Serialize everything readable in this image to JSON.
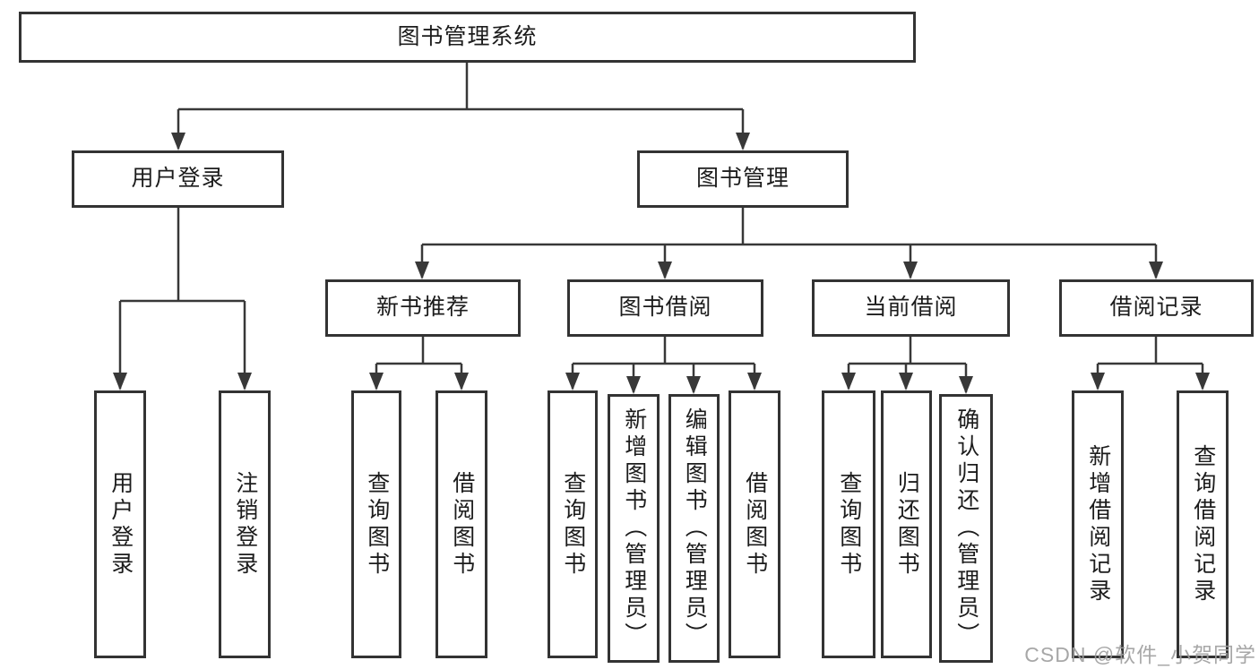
{
  "diagram": {
    "root": "图书管理系统",
    "level2": {
      "user_login": "用户登录",
      "book_management": "图书管理"
    },
    "level3": {
      "new_book_recommend": "新书推荐",
      "book_borrowing": "图书借阅",
      "current_borrowing": "当前借阅",
      "borrowing_records": "借阅记录"
    },
    "leaves": {
      "user_login_leaf": "用户登录",
      "logout": "注销登录",
      "query_books_1": "查询图书",
      "borrow_books_1": "借阅图书",
      "query_books_2": "查询图书",
      "add_books_admin": "新增图书（管理员）",
      "edit_books_admin": "编辑图书（管理员）",
      "borrow_books_2": "借阅图书",
      "query_books_3": "查询图书",
      "return_books": "归还图书",
      "confirm_return_admin": "确认归还（管理员）",
      "add_borrow_record": "新增借阅记录",
      "query_borrow_record": "查询借阅记录"
    },
    "watermark": "CSDN @软件_小贺同学",
    "colors": {
      "line": "#383838",
      "box_border": "#333333",
      "text": "#1c1c1c",
      "watermark_text": "#9e9e9e",
      "background": "#ffffff"
    }
  }
}
